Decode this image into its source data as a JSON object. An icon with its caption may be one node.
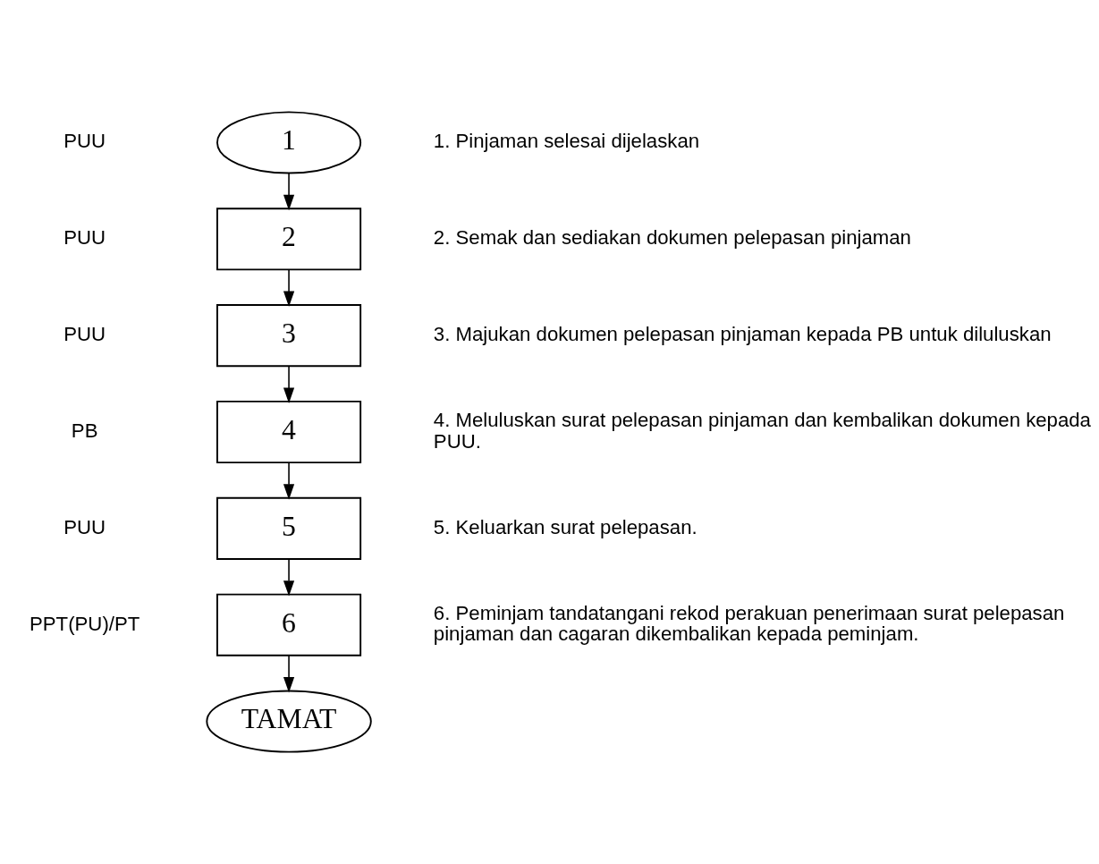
{
  "diagram": {
    "nodes": [
      {
        "text": [
          "1"
        ]
      },
      {
        "text": [
          "2"
        ]
      },
      {
        "text": [
          "3"
        ]
      },
      {
        "text": [
          "4"
        ]
      },
      {
        "text": [
          "5"
        ]
      },
      {
        "text": [
          "6"
        ]
      },
      {
        "text": [
          "TAMAT"
        ]
      }
    ],
    "edges": [
      {
        "from": 0,
        "to": 1,
        "arrow": "to"
      },
      {
        "from": 1,
        "to": 2,
        "arrow": "to"
      },
      {
        "from": 2,
        "to": 3,
        "arrow": "to"
      },
      {
        "from": 3,
        "to": 4,
        "arrow": "to"
      },
      {
        "from": 4,
        "to": 5,
        "arrow": "to"
      },
      {
        "from": 5,
        "to": 6,
        "arrow": "to"
      }
    ],
    "labels": [
      "PUU",
      "1. Pinjaman selesai dijelaskan",
      "PUU",
      "2. Semak dan sediakan dokumen pelepasan pinjaman",
      "PUU",
      "3. Majukan dokumen pelepasan pinjaman kepada PB untuk diluluskan",
      "PB",
      "4. Meluluskan surat pelepasan pinjaman dan kembalikan dokumen kepada PUU.",
      "PUU",
      "5. Keluarkan surat pelepasan.",
      "PPT(PU)/PT",
      "6. Peminjam tandatangani rekod perakuan penerimaan surat pelepasan pinjaman dan cagaran dikembalikan kepada peminjam."
    ]
  }
}
